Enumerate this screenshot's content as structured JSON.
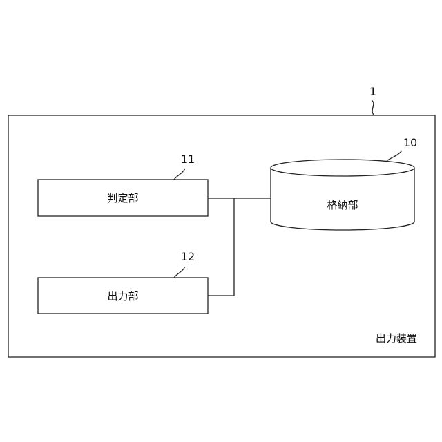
{
  "diagram": {
    "device": {
      "ref": "1",
      "label": "出力装置"
    },
    "storage": {
      "ref": "10",
      "label": "格納部"
    },
    "judgment": {
      "ref": "11",
      "label": "判定部"
    },
    "output": {
      "ref": "12",
      "label": "出力部"
    }
  }
}
